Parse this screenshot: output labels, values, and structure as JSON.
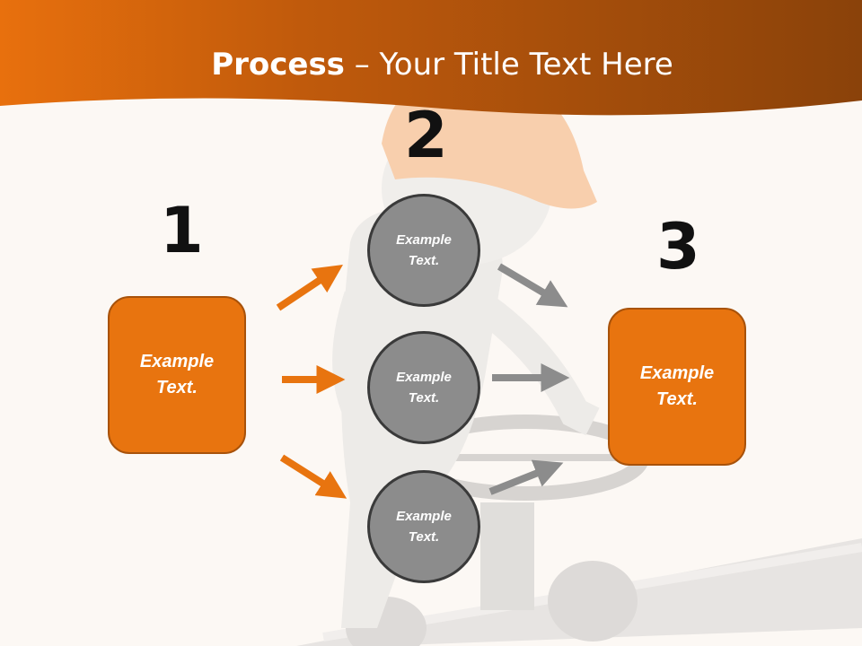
{
  "header": {
    "title_bold": "Process",
    "title_rest": " – Your Title Text Here"
  },
  "steps": {
    "one": "1",
    "two": "2",
    "three": "3"
  },
  "boxes": {
    "left": "Example\nText.",
    "right": "Example\nText."
  },
  "circles": {
    "top": "Example\nText.",
    "middle": "Example\nText.",
    "bottom": "Example\nText."
  },
  "colors": {
    "banner": "#d9660a",
    "accent_orange": "#e8740f",
    "arrow_gray": "#8c8c8c",
    "background": "#fcf8f4"
  },
  "icons": {
    "background_image": "worker-with-hard-hat-turning-pipe-valve-illustration"
  }
}
